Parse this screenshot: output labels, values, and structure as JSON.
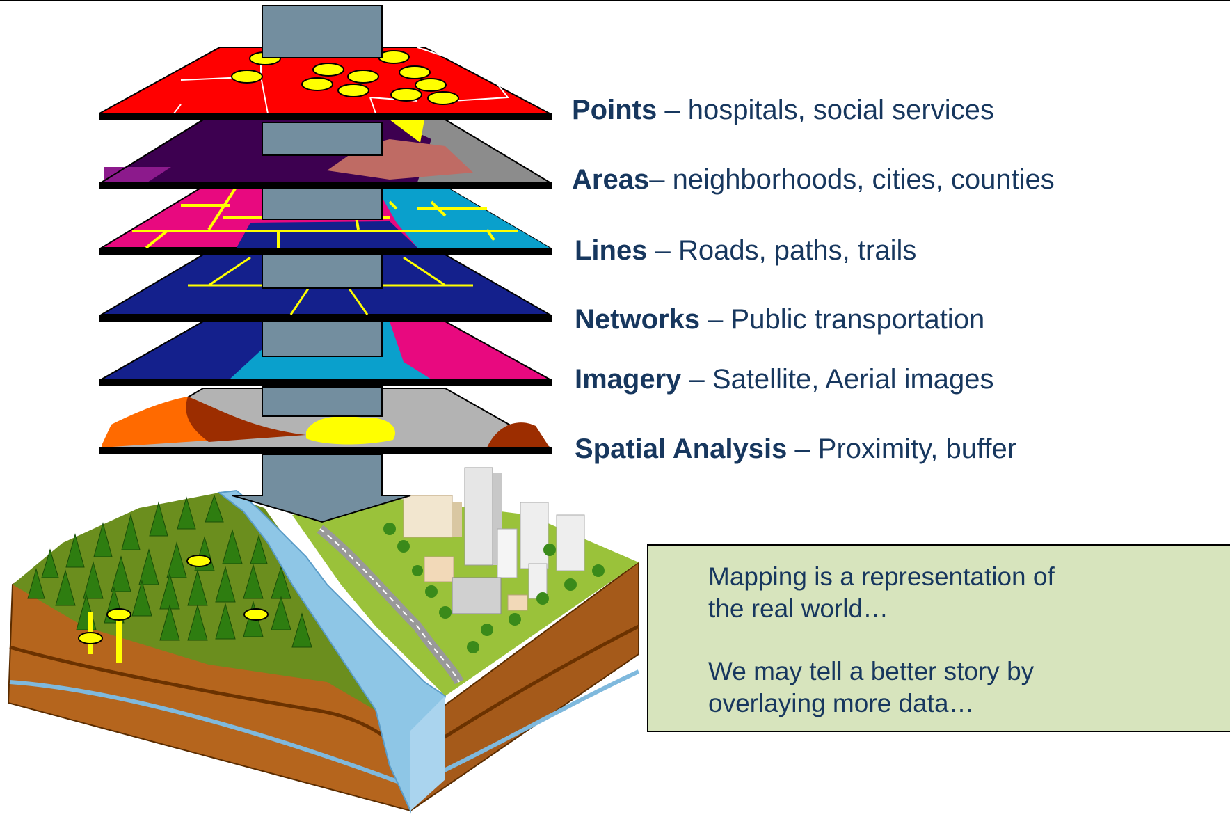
{
  "legend": [
    {
      "term": "Points",
      "desc": " – hospitals, social services"
    },
    {
      "term": "Areas",
      "desc": "– neighborhoods, cities, counties"
    },
    {
      "term": "Lines",
      "desc": " – Roads, paths, trails"
    },
    {
      "term": "Networks",
      "desc": " – Public transportation"
    },
    {
      "term": "Imagery",
      "desc": " – Satellite, Aerial images"
    },
    {
      "term": "Spatial Analysis",
      "desc": " – Proximity, buffer"
    }
  ],
  "note": {
    "line1": "Mapping is a representation of",
    "line2": "the real world…",
    "line3": "We may tell a better story by",
    "line4": "overlaying more data…"
  },
  "colors": {
    "text": "#17375e",
    "note_bg": "#d7e4bd",
    "arrow": "#738e9f",
    "points_layer": "#ff0000",
    "areas_layer": "#3d0050",
    "lines_layer": "#e8097f",
    "networks_layer": "#14208c",
    "imagery_layer": "#0aa0cc",
    "analysis_layer": "#b3b3b3",
    "feature_yellow": "#ffff00"
  }
}
